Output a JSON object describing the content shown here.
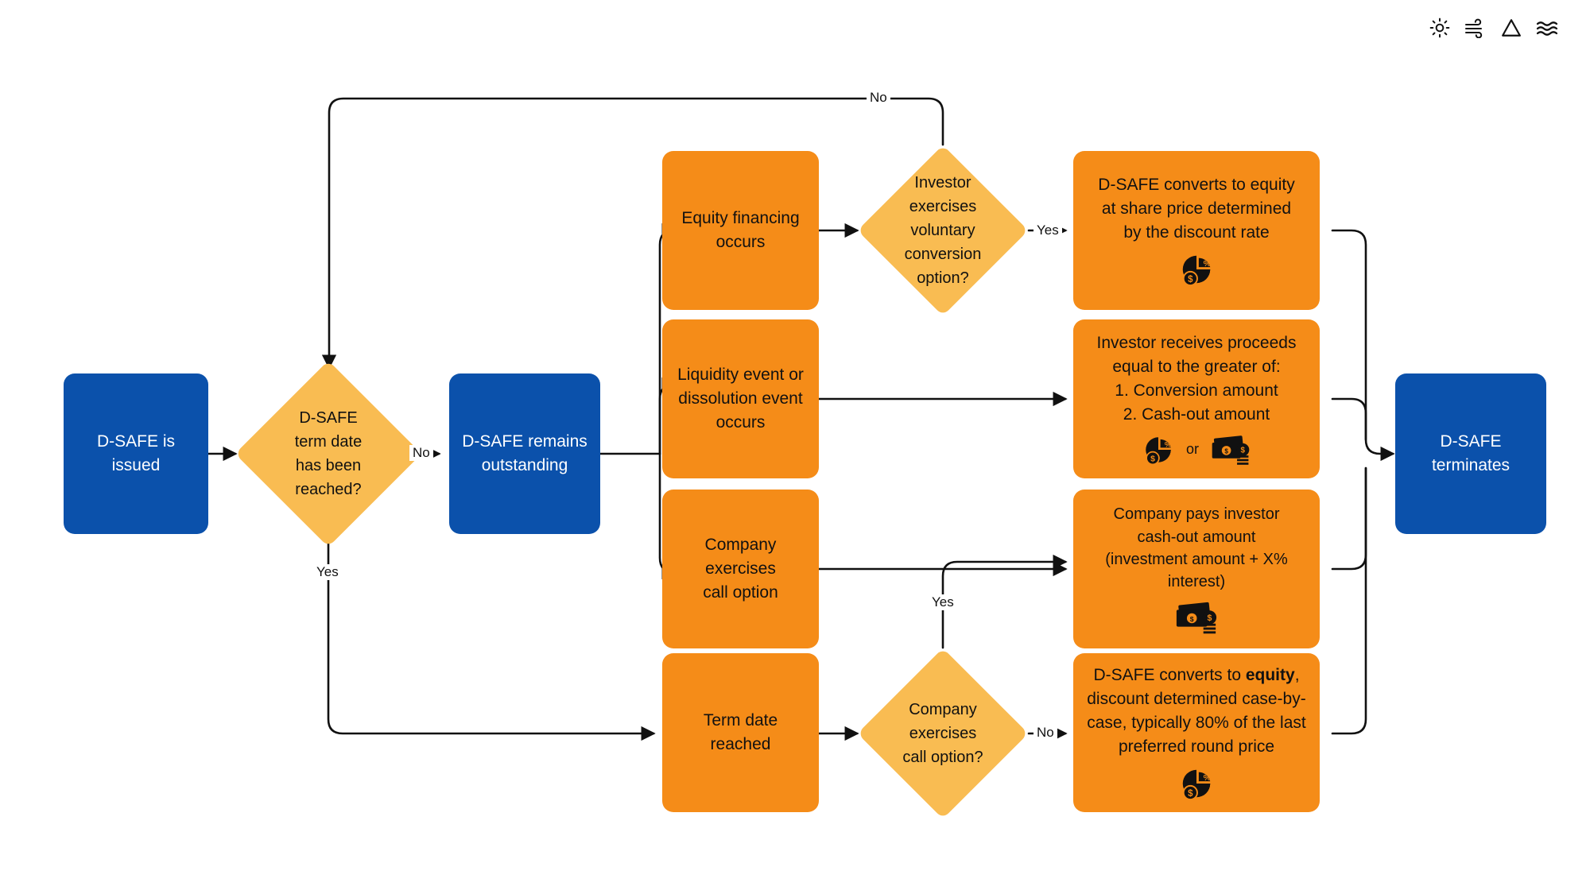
{
  "title": "D-SAFE lifecycle flowchart",
  "colors": {
    "blue": "#0b51ab",
    "orange": "#f58c18",
    "diamond": "#f9bc52",
    "line": "#111111",
    "background": "#ffffff"
  },
  "top_icons": [
    {
      "name": "sun-icon",
      "label": "sun"
    },
    {
      "name": "wind-icon",
      "label": "wind"
    },
    {
      "name": "triangle-icon",
      "label": "triangle"
    },
    {
      "name": "waves-icon",
      "label": "waves"
    }
  ],
  "nodes": {
    "start": {
      "label": "D-SAFE is issued",
      "shape": "rect",
      "color": "blue"
    },
    "term_decision": {
      "label": "D-SAFE\nterm date\nhas been\nreached?",
      "shape": "diamond",
      "color": "diamond"
    },
    "outstanding": {
      "label": "D-SAFE remains\noutstanding",
      "shape": "rect",
      "color": "blue"
    },
    "equity_financing": {
      "label": "Equity financing\noccurs",
      "shape": "rect",
      "color": "orange"
    },
    "liquidity_event": {
      "label": "Liquidity event or\ndissolution event\noccurs",
      "shape": "rect",
      "color": "orange"
    },
    "company_call": {
      "label": "Company exercises\ncall option",
      "shape": "rect",
      "color": "orange"
    },
    "term_date_reached": {
      "label": "Term date reached",
      "shape": "rect",
      "color": "orange"
    },
    "voluntary_conversion": {
      "label": "Investor\nexercises\nvoluntary\nconversion\noption?",
      "shape": "diamond",
      "color": "diamond"
    },
    "company_call_decision": {
      "label": "Company\nexercises\ncall option?",
      "shape": "diamond",
      "color": "diamond"
    },
    "converts_discount": {
      "label": "D-SAFE converts to equity\nat share price determined\nby the discount rate",
      "shape": "rect",
      "color": "orange",
      "icons": [
        "pie-dollar-percent-icon"
      ]
    },
    "proceeds_greater": {
      "label": "Investor receives proceeds\nequal to the greater of:\n1. Conversion amount\n2. Cash-out amount",
      "shape": "rect",
      "color": "orange",
      "icons": [
        "pie-dollar-percent-icon",
        "or-label",
        "cash-icon"
      ],
      "or_text": "or"
    },
    "cash_out": {
      "label": "Company pays investor\ncash-out amount\n(investment amount + X% interest)",
      "shape": "rect",
      "color": "orange",
      "icons": [
        "cash-icon"
      ]
    },
    "converts_caseby": {
      "label_parts": [
        "D-SAFE converts to ",
        "equity",
        ", discount determined case-by-case, typically 80% of the last preferred round price"
      ],
      "label": "D-SAFE converts to equity, discount determined case-by-case, typically 80% of the last preferred round price",
      "shape": "rect",
      "color": "orange",
      "icons": [
        "pie-dollar-percent-icon"
      ]
    },
    "terminates": {
      "label": "D-SAFE terminates",
      "shape": "rect",
      "color": "blue"
    }
  },
  "edge_labels": {
    "term_no": "No",
    "term_yes": "Yes",
    "voluntary_yes": "Yes",
    "voluntary_no": "No",
    "call_yes": "Yes",
    "call_no": "No"
  }
}
